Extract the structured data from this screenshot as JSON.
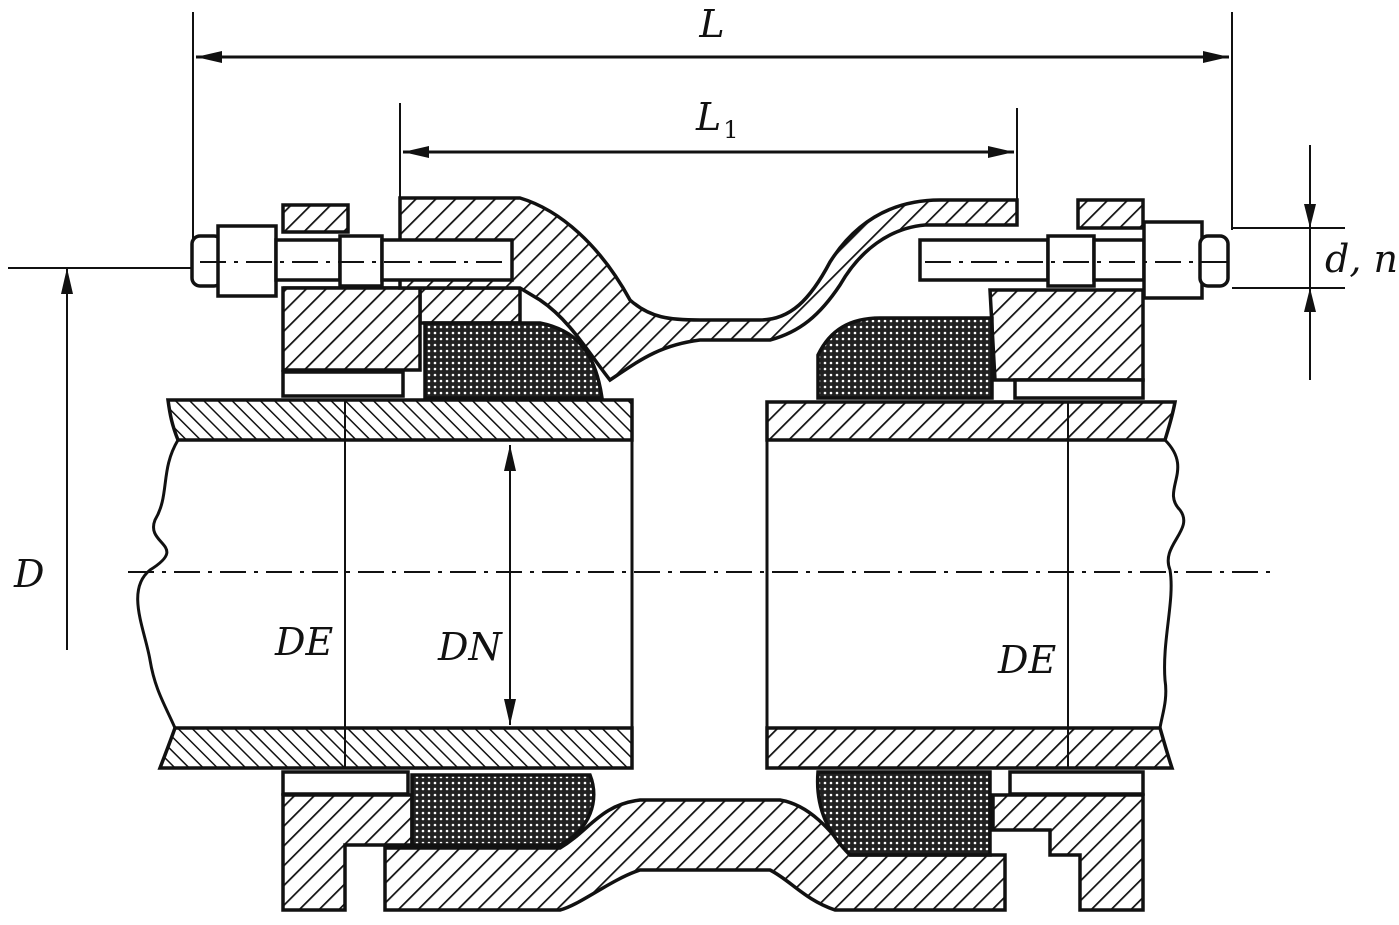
{
  "labels": {
    "L": "L",
    "L1_main": "L",
    "L1_sub": "1",
    "dn_bolt": "d, n",
    "D": "D",
    "DE_left": "DE",
    "DN": "DN",
    "DE_right": "DE"
  }
}
